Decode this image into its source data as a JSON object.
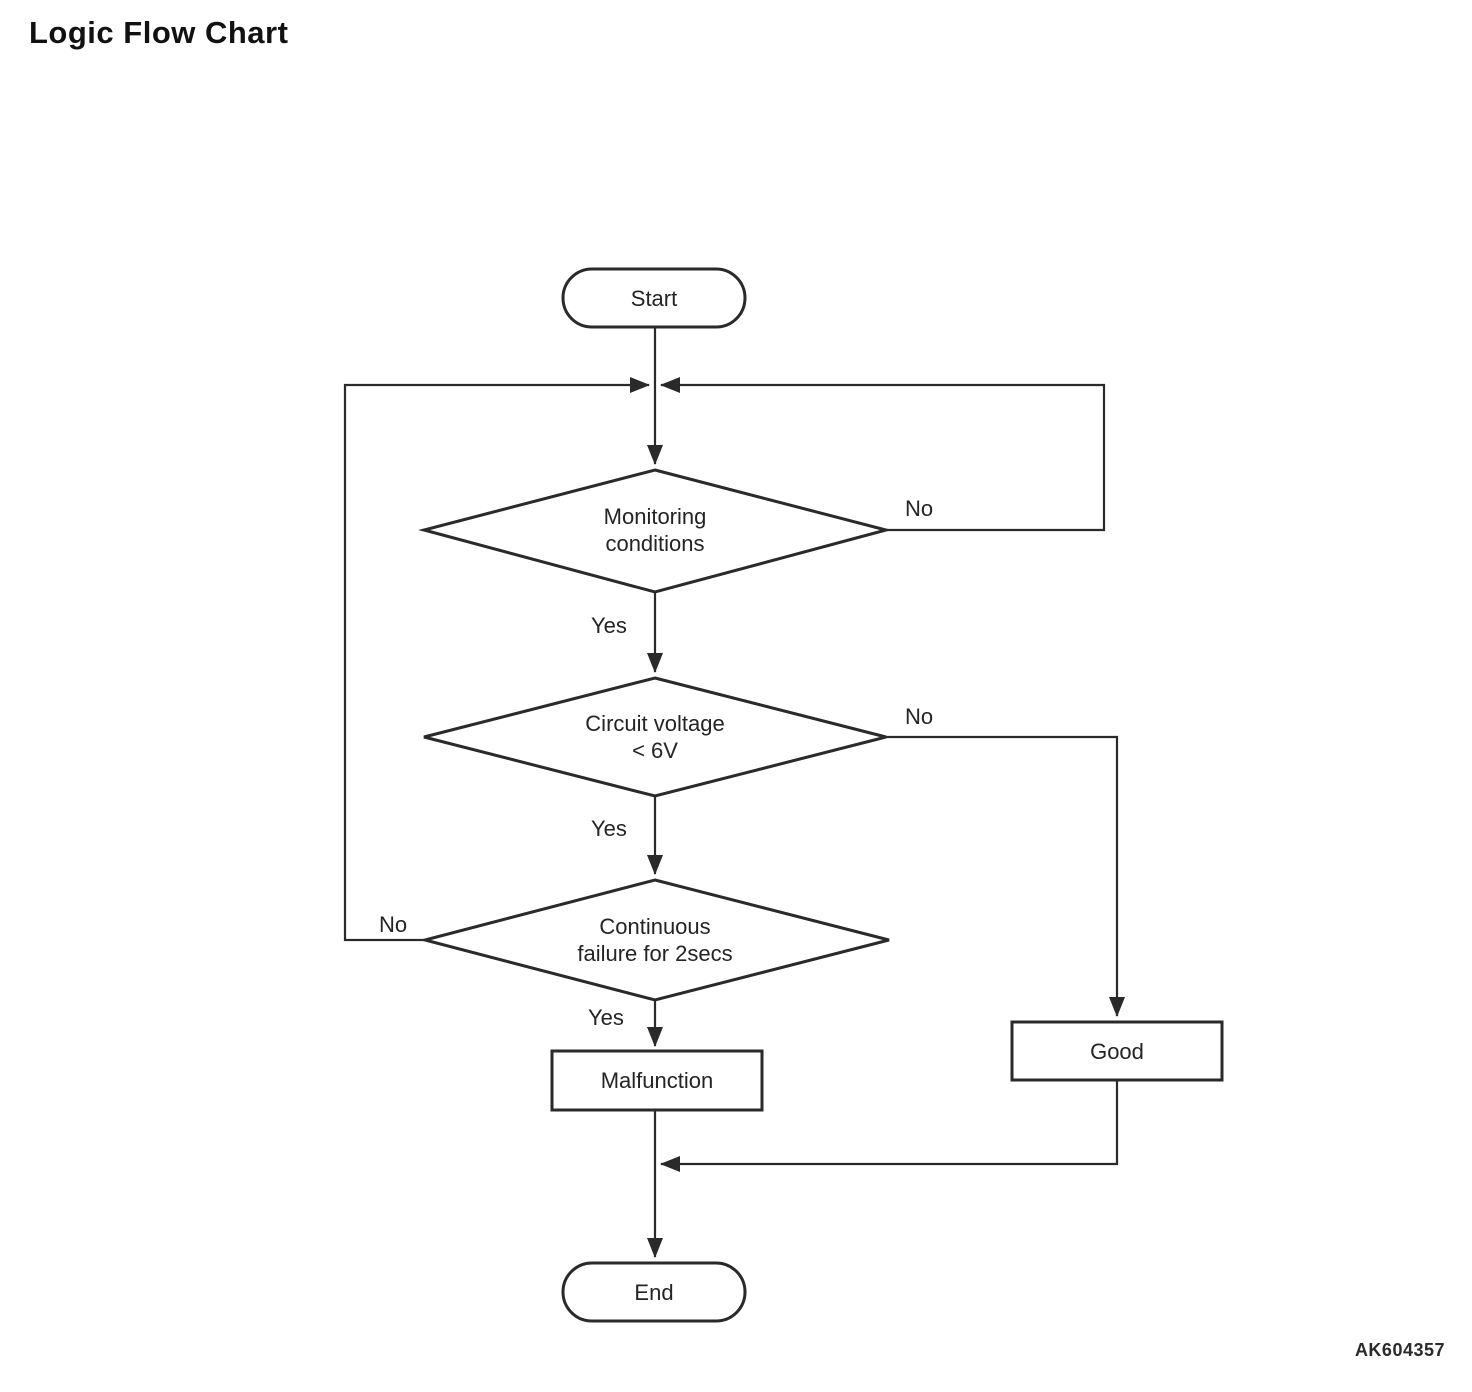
{
  "title": "Logic Flow Chart",
  "watermark": "AK604357",
  "colors": {
    "background": "#ffffff",
    "line": "#2a2a2a",
    "text": "#242424"
  },
  "nodes": {
    "start": {
      "label": "Start",
      "type": "terminator"
    },
    "monitoring_conditions": {
      "lines": [
        "Monitoring",
        "conditions"
      ],
      "type": "decision"
    },
    "circuit_voltage": {
      "lines": [
        "Circuit voltage",
        "< 6V"
      ],
      "type": "decision"
    },
    "continuous_failure": {
      "lines": [
        "Continuous",
        "failure for 2secs"
      ],
      "type": "decision"
    },
    "malfunction": {
      "label": "Malfunction",
      "type": "process"
    },
    "good": {
      "label": "Good",
      "type": "process"
    },
    "end": {
      "label": "End",
      "type": "terminator"
    }
  },
  "edge_labels": {
    "monitoring_no": "No",
    "monitoring_yes": "Yes",
    "circuit_no": "No",
    "circuit_yes": "Yes",
    "continuous_no": "No",
    "continuous_yes": "Yes"
  },
  "edges": [
    {
      "from": "start",
      "to": "monitoring_conditions",
      "label": ""
    },
    {
      "from": "monitoring_conditions",
      "to": "monitoring_conditions",
      "label": "No"
    },
    {
      "from": "monitoring_conditions",
      "to": "circuit_voltage",
      "label": "Yes"
    },
    {
      "from": "circuit_voltage",
      "to": "good",
      "label": "No"
    },
    {
      "from": "circuit_voltage",
      "to": "continuous_failure",
      "label": "Yes"
    },
    {
      "from": "continuous_failure",
      "to": "monitoring_conditions",
      "label": "No"
    },
    {
      "from": "continuous_failure",
      "to": "malfunction",
      "label": "Yes"
    },
    {
      "from": "malfunction",
      "to": "end",
      "label": ""
    },
    {
      "from": "good",
      "to": "end",
      "label": ""
    }
  ]
}
